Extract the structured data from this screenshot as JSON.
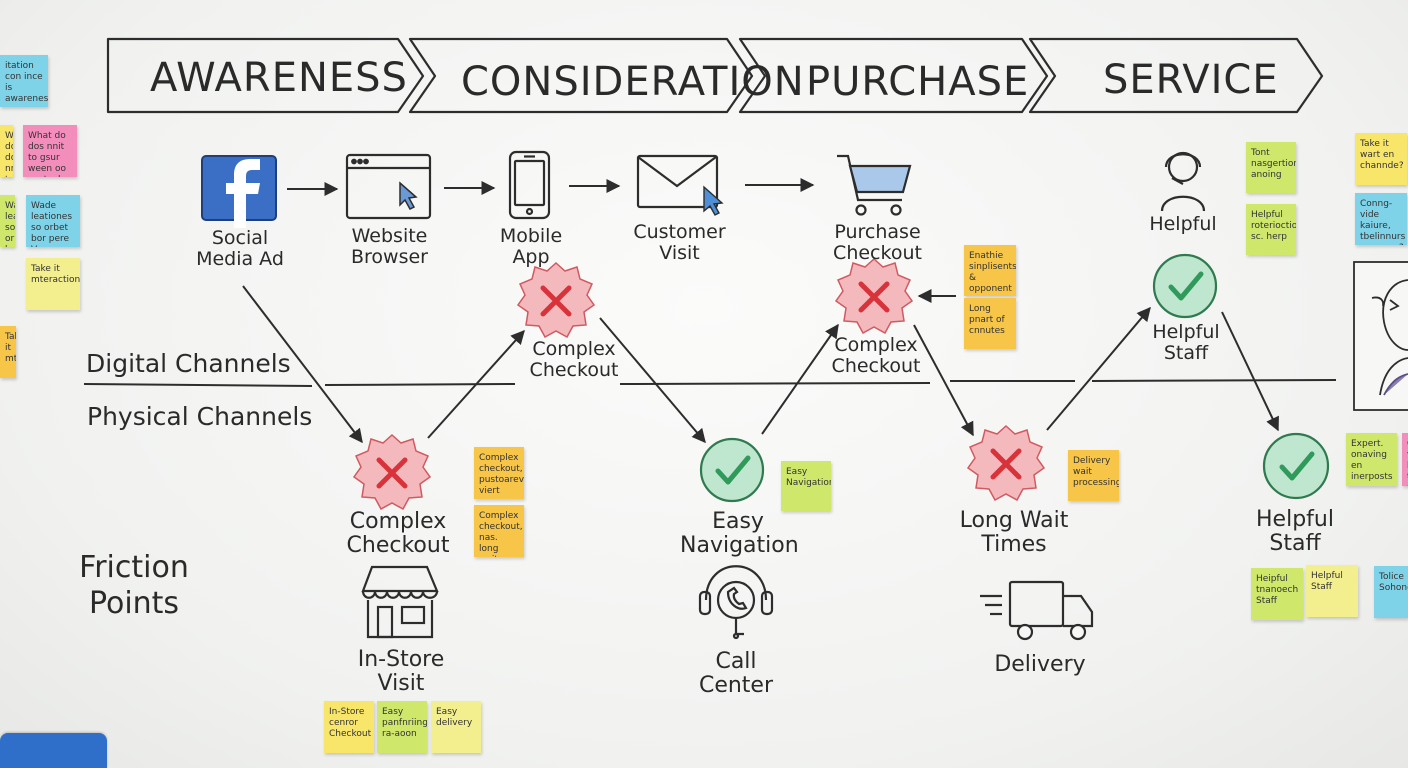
{
  "stages": [
    "AWARENESS",
    "CONSIDERATION",
    "PURCHASE",
    "SERVICE"
  ],
  "channels": {
    "digital": "Digital Channels",
    "physical": "Physical Channels",
    "friction": "Friction Points"
  },
  "touchpoints": {
    "social": "Social Media Ad",
    "website": "Website Browser",
    "mobile": "Mobile App",
    "customer_visit": "Customer Visit",
    "purchase_checkout": "Purchase Checkout",
    "helpful_top": "Helpful",
    "complex_checkout_1": "Complex Checkout",
    "complex_checkout_2": "Complex Checkout",
    "complex_checkout_3": "Complex Checkout",
    "helpful_staff_1": "Helpful Staff",
    "easy_navigation": "Easy Navigation",
    "long_wait": "Long Wait Times",
    "helpful_staff_2": "Helpful Staff",
    "instore": "In-Store Visit",
    "call_center": "Call Center",
    "delivery": "Delivery"
  },
  "notes": {
    "n1": "Complex checkout, pustoareve viert",
    "n2": "Complex checkout, nas. long wait",
    "n3": "Easy Navigation",
    "n4": "Enathie sinplisents & opponent",
    "n5": "Long pnart of cnnutes",
    "n6": "Delivery wait processing",
    "n7": "Tont nasgertion anoing",
    "n8": "Helpful roterioction sc. herp",
    "n9": "Expert. onaving en inerposts",
    "n10": "Heipful tnanoech Staff",
    "n11": "Helpful Staff",
    "n12": "Tolice Sohone",
    "n13": "In-Store cenror Checkout",
    "n14": "Easy panfnriing ra-aoon",
    "n15": "Easy delivery",
    "l1": "itation con ince is awareness?",
    "l2": "What do dos nnit to gsur ween oo saat sd denes",
    "l3": "Wade leationes so orbet bor pere Vorg, ceor",
    "l4": "Take it mteraction",
    "r1": "Take it wart en channde?",
    "r2": "Conng-vide kaiure, tbelinnurs scenarre?"
  },
  "colors": {
    "cross_fill": "#f3b9bd",
    "cross": "#d8323a",
    "check_fill": "#bfe6cf",
    "check": "#2f9a5a",
    "facebook": "#3b6fc6",
    "ink": "#2d2d2d"
  }
}
